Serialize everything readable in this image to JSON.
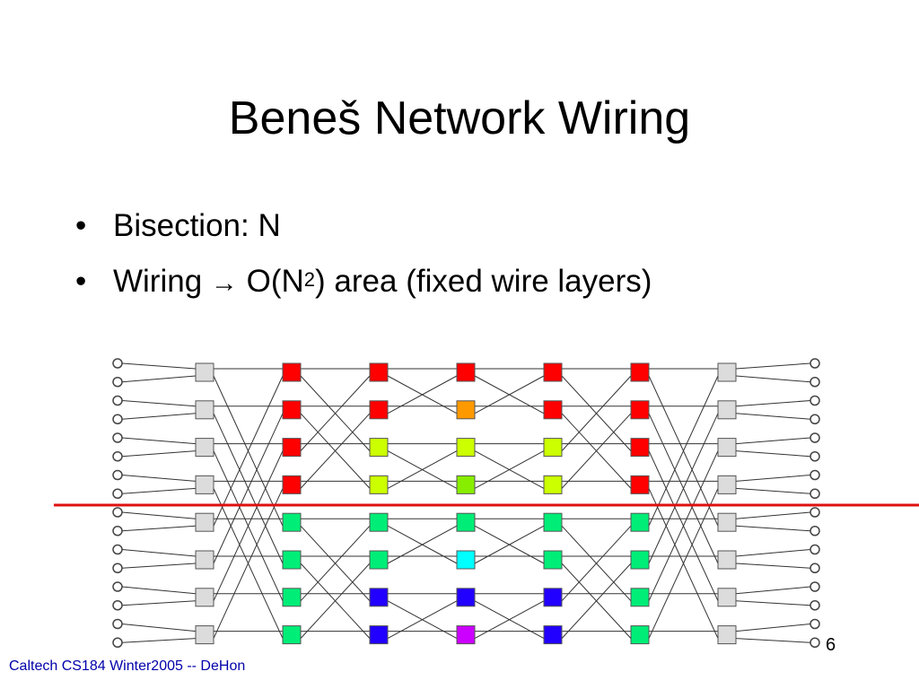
{
  "slide": {
    "title": "Beneš Network Wiring",
    "bullets": [
      {
        "text": "Bisection: N"
      },
      {
        "prefix": "Wiring ",
        "arrow": "→",
        "middle": " O(N",
        "sup": "2",
        "suffix": ") area (fixed wire layers)"
      }
    ],
    "bullet_char": "•",
    "page_number": "6",
    "footer": "Caltech CS184 Winter2005 -- DeHon"
  },
  "network": {
    "inputs": 16,
    "rows": 8,
    "colors": {
      "gray": "#dcdcdc",
      "red": "#ff0000",
      "orange": "#ff9900",
      "yellow": "#ccff00",
      "lime": "#88ee00",
      "green": "#00ee77",
      "cyan": "#00ffff",
      "blue": "#2200ff",
      "magenta": "#cc00ff",
      "bisection_line": "#dd1111"
    },
    "switch_colors": [
      [
        "gray",
        "gray",
        "gray",
        "gray",
        "gray",
        "gray",
        "gray",
        "gray"
      ],
      [
        "red",
        "red",
        "red",
        "red",
        "green",
        "green",
        "green",
        "green"
      ],
      [
        "red",
        "red",
        "yellow",
        "yellow",
        "green",
        "green",
        "blue",
        "blue"
      ],
      [
        "red",
        "orange",
        "yellow",
        "lime",
        "green",
        "cyan",
        "blue",
        "magenta"
      ],
      [
        "red",
        "red",
        "yellow",
        "yellow",
        "green",
        "green",
        "blue",
        "blue"
      ],
      [
        "red",
        "red",
        "red",
        "red",
        "green",
        "green",
        "green",
        "green"
      ],
      [
        "gray",
        "gray",
        "gray",
        "gray",
        "gray",
        "gray",
        "gray",
        "gray"
      ]
    ]
  }
}
